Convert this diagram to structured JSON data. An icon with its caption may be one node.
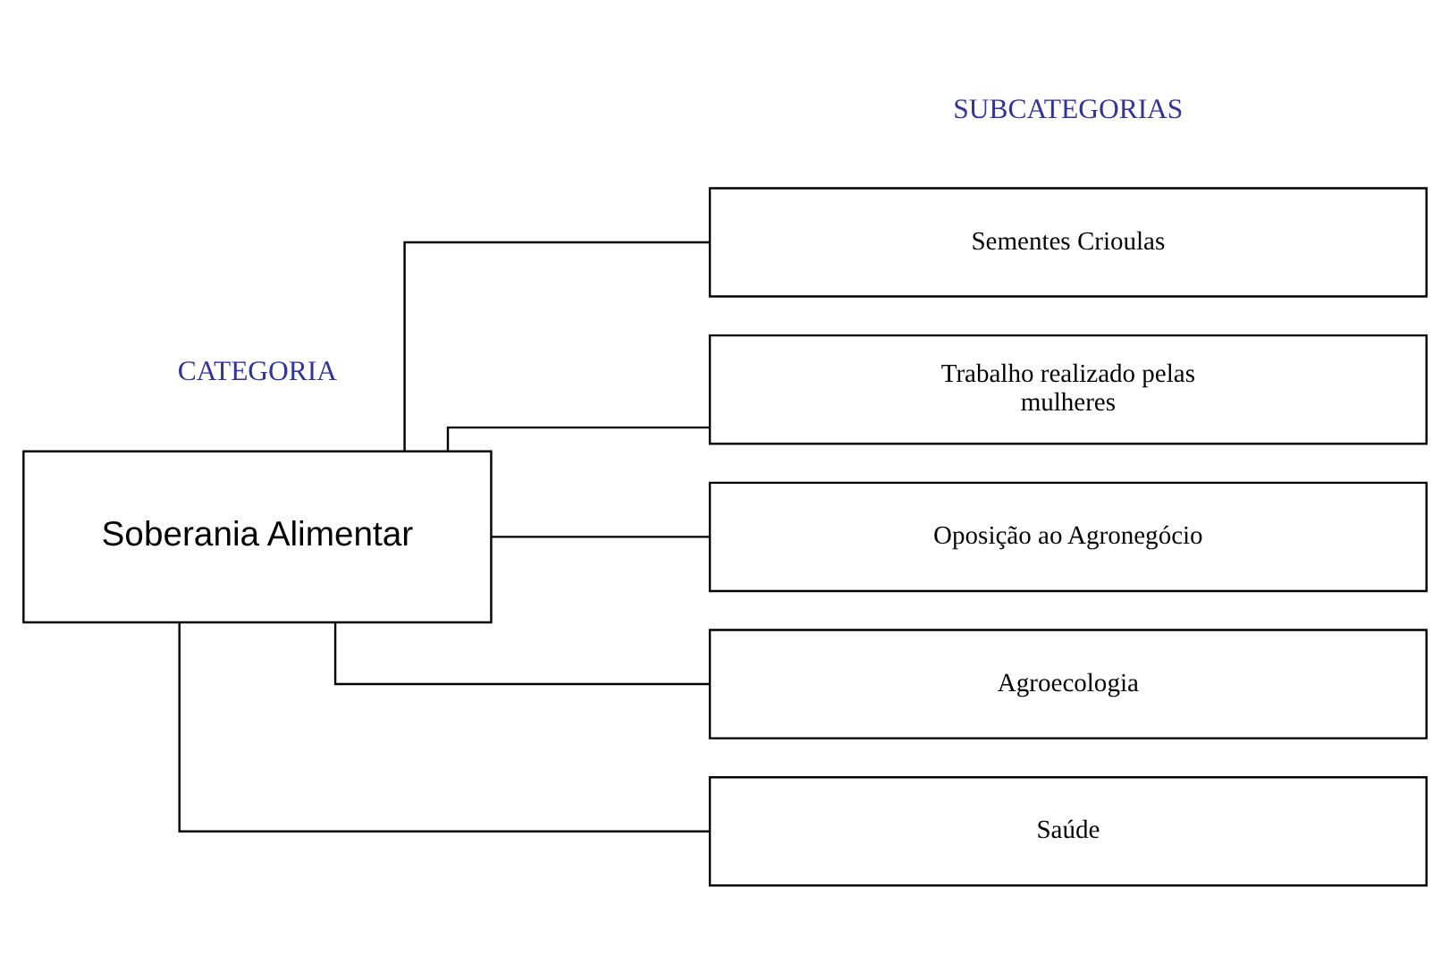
{
  "diagram": {
    "nodes": [
      {
        "text": [
          "Soberania Alimentar"
        ]
      },
      {
        "text": [
          "Sementes Crioulas"
        ]
      },
      {
        "text": [
          "Trabalho realizado pelas mulheres"
        ]
      },
      {
        "text": [
          "Oposição ao Agronegócio"
        ]
      },
      {
        "text": [
          "Agroecologia"
        ]
      },
      {
        "text": [
          "Saúde"
        ]
      }
    ],
    "edges": [
      {
        "from": 0,
        "to": 1,
        "arrow": "none"
      },
      {
        "from": 0,
        "to": 2,
        "arrow": "none"
      },
      {
        "from": 0,
        "to": 3,
        "arrow": "none"
      },
      {
        "from": 0,
        "to": 4,
        "arrow": "none"
      },
      {
        "from": 0,
        "to": 5,
        "arrow": "none"
      }
    ],
    "labels": [
      "CATEGORIA",
      "SUBCATEGORIAS"
    ]
  }
}
